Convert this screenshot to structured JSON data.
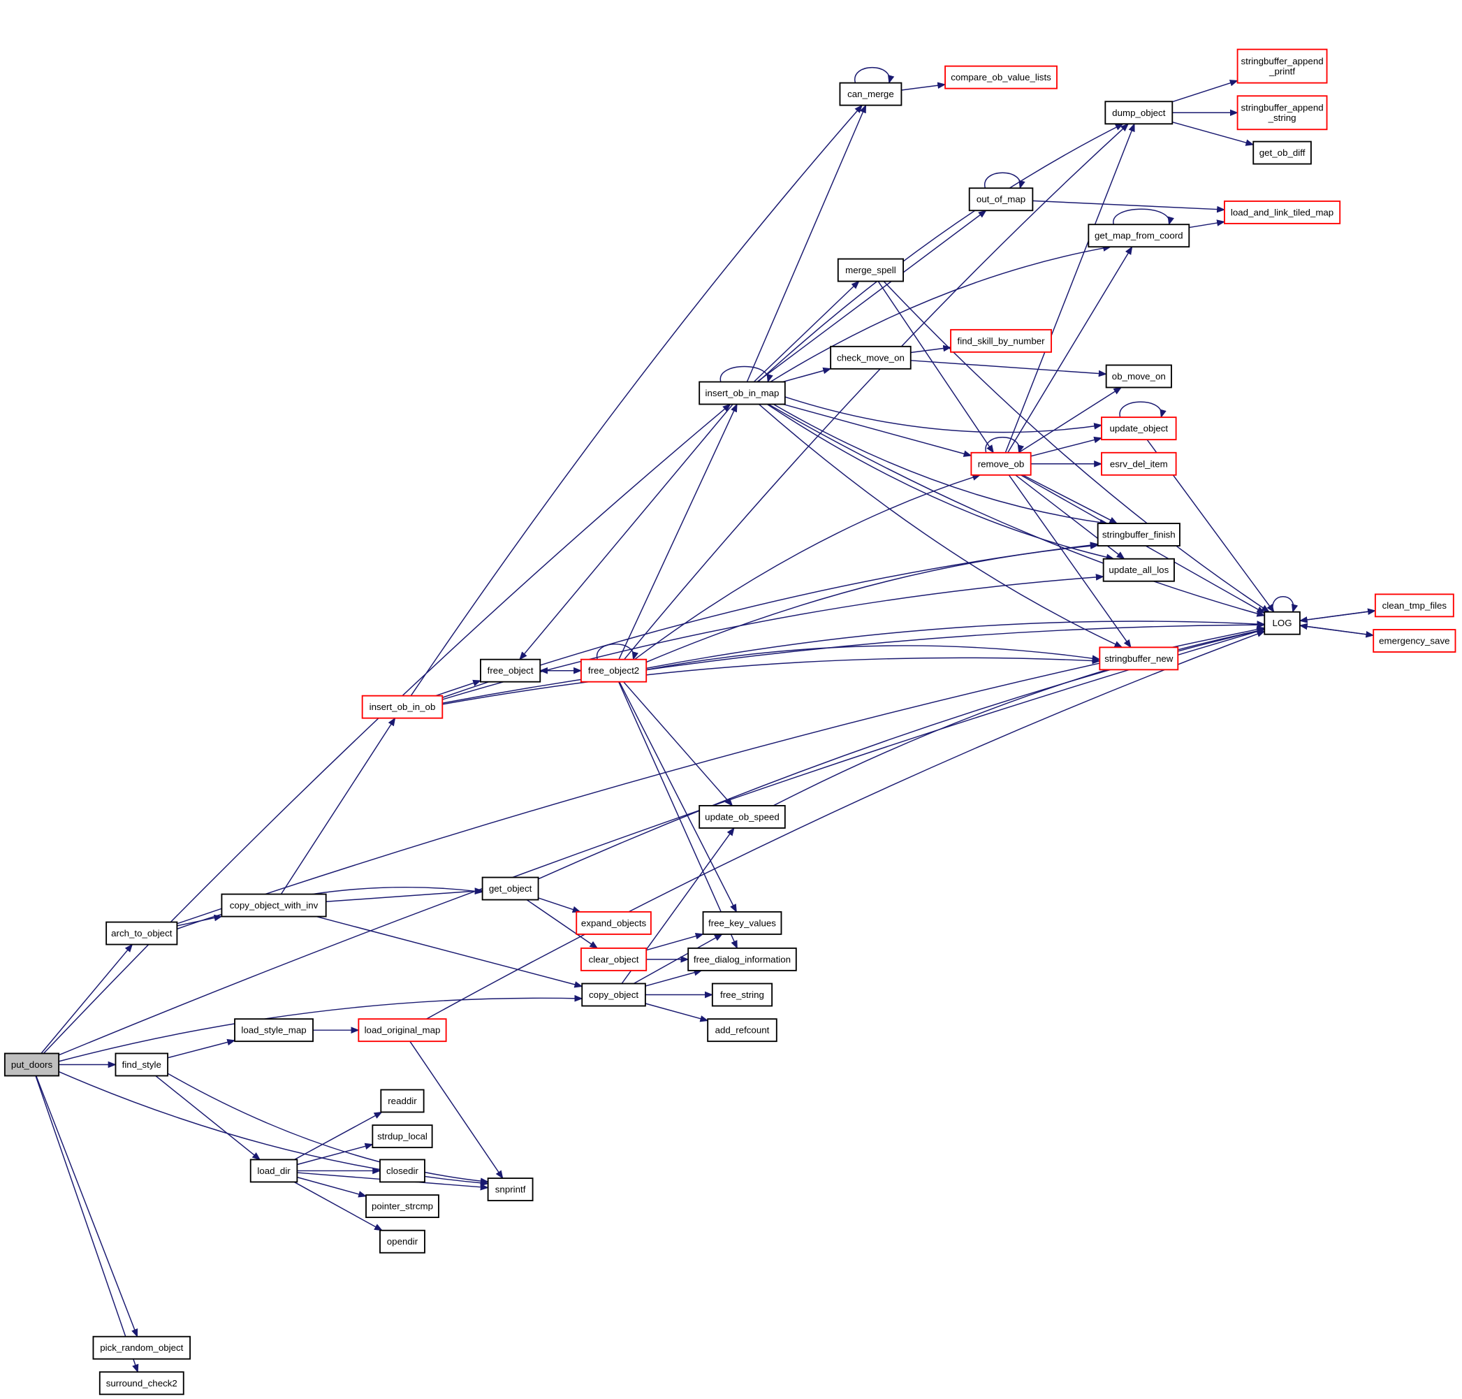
{
  "graph": {
    "type": "call-graph",
    "root": "put_doors",
    "colors": {
      "edge": "#191970",
      "node_border_normal": "#000000",
      "node_border_truncated": "#ff0000",
      "root_fill": "#bfbfbf",
      "node_fill": "#ffffff"
    },
    "nodes": [
      {
        "id": "put_doors",
        "label": "put_doors",
        "style": "root"
      },
      {
        "id": "arch_to_object",
        "label": "arch_to_object",
        "style": "normal"
      },
      {
        "id": "find_style",
        "label": "find_style",
        "style": "normal"
      },
      {
        "id": "pick_random_object",
        "label": "pick_random_object",
        "style": "normal"
      },
      {
        "id": "surround_check2",
        "label": "surround_check2",
        "style": "normal"
      },
      {
        "id": "copy_object_with_inv",
        "label": "copy_object_with_inv",
        "style": "normal"
      },
      {
        "id": "load_style_map",
        "label": "load_style_map",
        "style": "normal"
      },
      {
        "id": "load_dir",
        "label": "load_dir",
        "style": "normal"
      },
      {
        "id": "insert_ob_in_ob",
        "label": "insert_ob_in_ob",
        "style": "truncated"
      },
      {
        "id": "load_original_map",
        "label": "load_original_map",
        "style": "truncated"
      },
      {
        "id": "readdir",
        "label": "readdir",
        "style": "normal"
      },
      {
        "id": "strdup_local",
        "label": "strdup_local",
        "style": "normal"
      },
      {
        "id": "closedir",
        "label": "closedir",
        "style": "normal"
      },
      {
        "id": "pointer_strcmp",
        "label": "pointer_strcmp",
        "style": "normal"
      },
      {
        "id": "opendir",
        "label": "opendir",
        "style": "normal"
      },
      {
        "id": "free_object",
        "label": "free_object",
        "style": "normal"
      },
      {
        "id": "get_object",
        "label": "get_object",
        "style": "normal"
      },
      {
        "id": "snprintf",
        "label": "snprintf",
        "style": "normal"
      },
      {
        "id": "free_object2",
        "label": "free_object2",
        "style": "truncated"
      },
      {
        "id": "expand_objects",
        "label": "expand_objects",
        "style": "truncated"
      },
      {
        "id": "clear_object",
        "label": "clear_object",
        "style": "truncated"
      },
      {
        "id": "copy_object",
        "label": "copy_object",
        "style": "normal"
      },
      {
        "id": "insert_ob_in_map",
        "label": "insert_ob_in_map",
        "style": "normal"
      },
      {
        "id": "update_ob_speed",
        "label": "update_ob_speed",
        "style": "normal"
      },
      {
        "id": "free_key_values",
        "label": "free_key_values",
        "style": "normal"
      },
      {
        "id": "free_dialog_information",
        "label": "free_dialog_information",
        "style": "normal"
      },
      {
        "id": "free_string",
        "label": "free_string",
        "style": "normal"
      },
      {
        "id": "add_refcount",
        "label": "add_refcount",
        "style": "normal"
      },
      {
        "id": "can_merge",
        "label": "can_merge",
        "style": "normal"
      },
      {
        "id": "merge_spell",
        "label": "merge_spell",
        "style": "normal"
      },
      {
        "id": "check_move_on",
        "label": "check_move_on",
        "style": "normal"
      },
      {
        "id": "compare_ob_value_lists",
        "label": "compare_ob_value_lists",
        "style": "truncated"
      },
      {
        "id": "out_of_map",
        "label": "out_of_map",
        "style": "normal"
      },
      {
        "id": "find_skill_by_number",
        "label": "find_skill_by_number",
        "style": "truncated"
      },
      {
        "id": "remove_ob",
        "label": "remove_ob",
        "style": "truncated"
      },
      {
        "id": "dump_object",
        "label": "dump_object",
        "style": "normal"
      },
      {
        "id": "get_map_from_coord",
        "label": "get_map_from_coord",
        "style": "normal"
      },
      {
        "id": "ob_move_on",
        "label": "ob_move_on",
        "style": "normal"
      },
      {
        "id": "update_object",
        "label": "update_object",
        "style": "truncated"
      },
      {
        "id": "esrv_del_item",
        "label": "esrv_del_item",
        "style": "truncated"
      },
      {
        "id": "stringbuffer_finish",
        "label": "stringbuffer_finish",
        "style": "normal"
      },
      {
        "id": "update_all_los",
        "label": "update_all_los",
        "style": "normal"
      },
      {
        "id": "stringbuffer_new",
        "label": "stringbuffer_new",
        "style": "truncated"
      },
      {
        "id": "stringbuffer_append_printf",
        "label": "stringbuffer_append\n_printf",
        "style": "truncated"
      },
      {
        "id": "stringbuffer_append_string",
        "label": "stringbuffer_append\n_string",
        "style": "truncated"
      },
      {
        "id": "get_ob_diff",
        "label": "get_ob_diff",
        "style": "normal"
      },
      {
        "id": "load_and_link_tiled_map",
        "label": "load_and_link_tiled_map",
        "style": "truncated"
      },
      {
        "id": "LOG",
        "label": "LOG",
        "style": "normal"
      },
      {
        "id": "clean_tmp_files",
        "label": "clean_tmp_files",
        "style": "truncated"
      },
      {
        "id": "emergency_save",
        "label": "emergency_save",
        "style": "truncated"
      }
    ],
    "edges": [
      [
        "put_doors",
        "arch_to_object"
      ],
      [
        "put_doors",
        "copy_object"
      ],
      [
        "put_doors",
        "find_style"
      ],
      [
        "put_doors",
        "snprintf"
      ],
      [
        "put_doors",
        "pick_random_object"
      ],
      [
        "put_doors",
        "surround_check2"
      ],
      [
        "put_doors",
        "insert_ob_in_map"
      ],
      [
        "put_doors",
        "LOG"
      ],
      [
        "arch_to_object",
        "copy_object_with_inv"
      ],
      [
        "arch_to_object",
        "get_object"
      ],
      [
        "arch_to_object",
        "LOG"
      ],
      [
        "copy_object_with_inv",
        "insert_ob_in_ob"
      ],
      [
        "copy_object_with_inv",
        "get_object"
      ],
      [
        "copy_object_with_inv",
        "copy_object"
      ],
      [
        "find_style",
        "load_style_map"
      ],
      [
        "find_style",
        "snprintf"
      ],
      [
        "find_style",
        "load_dir"
      ],
      [
        "load_style_map",
        "load_original_map"
      ],
      [
        "load_original_map",
        "snprintf"
      ],
      [
        "load_original_map",
        "LOG"
      ],
      [
        "load_dir",
        "readdir"
      ],
      [
        "load_dir",
        "strdup_local"
      ],
      [
        "load_dir",
        "closedir"
      ],
      [
        "load_dir",
        "pointer_strcmp"
      ],
      [
        "load_dir",
        "opendir"
      ],
      [
        "load_dir",
        "snprintf"
      ],
      [
        "insert_ob_in_ob",
        "free_object"
      ],
      [
        "insert_ob_in_ob",
        "can_merge"
      ],
      [
        "insert_ob_in_ob",
        "stringbuffer_finish"
      ],
      [
        "insert_ob_in_ob",
        "update_all_los"
      ],
      [
        "insert_ob_in_ob",
        "stringbuffer_new"
      ],
      [
        "insert_ob_in_ob",
        "LOG"
      ],
      [
        "free_object",
        "free_object2"
      ],
      [
        "free_object2",
        "free_object"
      ],
      [
        "free_object2",
        "free_object2"
      ],
      [
        "free_object2",
        "insert_ob_in_map"
      ],
      [
        "free_object2",
        "remove_ob"
      ],
      [
        "free_object2",
        "stringbuffer_finish"
      ],
      [
        "free_object2",
        "stringbuffer_new"
      ],
      [
        "free_object2",
        "LOG"
      ],
      [
        "free_object2",
        "update_ob_speed"
      ],
      [
        "free_object2",
        "free_key_values"
      ],
      [
        "free_object2",
        "free_dialog_information"
      ],
      [
        "free_object2",
        "dump_object"
      ],
      [
        "get_object",
        "expand_objects"
      ],
      [
        "get_object",
        "clear_object"
      ],
      [
        "get_object",
        "LOG"
      ],
      [
        "clear_object",
        "free_key_values"
      ],
      [
        "clear_object",
        "free_dialog_information"
      ],
      [
        "copy_object",
        "update_ob_speed"
      ],
      [
        "copy_object",
        "free_key_values"
      ],
      [
        "copy_object",
        "free_dialog_information"
      ],
      [
        "copy_object",
        "free_string"
      ],
      [
        "copy_object",
        "add_refcount"
      ],
      [
        "update_ob_speed",
        "LOG"
      ],
      [
        "insert_ob_in_map",
        "insert_ob_in_map"
      ],
      [
        "insert_ob_in_map",
        "can_merge"
      ],
      [
        "insert_ob_in_map",
        "dump_object"
      ],
      [
        "insert_ob_in_map",
        "out_of_map"
      ],
      [
        "insert_ob_in_map",
        "get_map_from_coord"
      ],
      [
        "insert_ob_in_map",
        "merge_spell"
      ],
      [
        "insert_ob_in_map",
        "check_move_on"
      ],
      [
        "insert_ob_in_map",
        "update_object"
      ],
      [
        "insert_ob_in_map",
        "remove_ob"
      ],
      [
        "insert_ob_in_map",
        "stringbuffer_finish"
      ],
      [
        "insert_ob_in_map",
        "update_all_los"
      ],
      [
        "insert_ob_in_map",
        "stringbuffer_new"
      ],
      [
        "insert_ob_in_map",
        "free_object"
      ],
      [
        "insert_ob_in_map",
        "LOG"
      ],
      [
        "can_merge",
        "can_merge"
      ],
      [
        "can_merge",
        "compare_ob_value_lists"
      ],
      [
        "merge_spell",
        "remove_ob"
      ],
      [
        "merge_spell",
        "LOG"
      ],
      [
        "check_move_on",
        "find_skill_by_number"
      ],
      [
        "check_move_on",
        "ob_move_on"
      ],
      [
        "out_of_map",
        "out_of_map"
      ],
      [
        "out_of_map",
        "load_and_link_tiled_map"
      ],
      [
        "get_map_from_coord",
        "get_map_from_coord"
      ],
      [
        "get_map_from_coord",
        "load_and_link_tiled_map"
      ],
      [
        "remove_ob",
        "remove_ob"
      ],
      [
        "remove_ob",
        "dump_object"
      ],
      [
        "remove_ob",
        "get_map_from_coord"
      ],
      [
        "remove_ob",
        "ob_move_on"
      ],
      [
        "remove_ob",
        "update_object"
      ],
      [
        "remove_ob",
        "esrv_del_item"
      ],
      [
        "remove_ob",
        "stringbuffer_finish"
      ],
      [
        "remove_ob",
        "update_all_los"
      ],
      [
        "remove_ob",
        "stringbuffer_new"
      ],
      [
        "remove_ob",
        "LOG"
      ],
      [
        "update_object",
        "update_object"
      ],
      [
        "update_object",
        "LOG"
      ],
      [
        "dump_object",
        "stringbuffer_append_printf"
      ],
      [
        "dump_object",
        "stringbuffer_append_string"
      ],
      [
        "dump_object",
        "get_ob_diff"
      ],
      [
        "LOG",
        "LOG"
      ],
      [
        "LOG",
        "clean_tmp_files"
      ],
      [
        "LOG",
        "emergency_save"
      ],
      [
        "clean_tmp_files",
        "LOG"
      ],
      [
        "emergency_save",
        "LOG"
      ]
    ]
  }
}
